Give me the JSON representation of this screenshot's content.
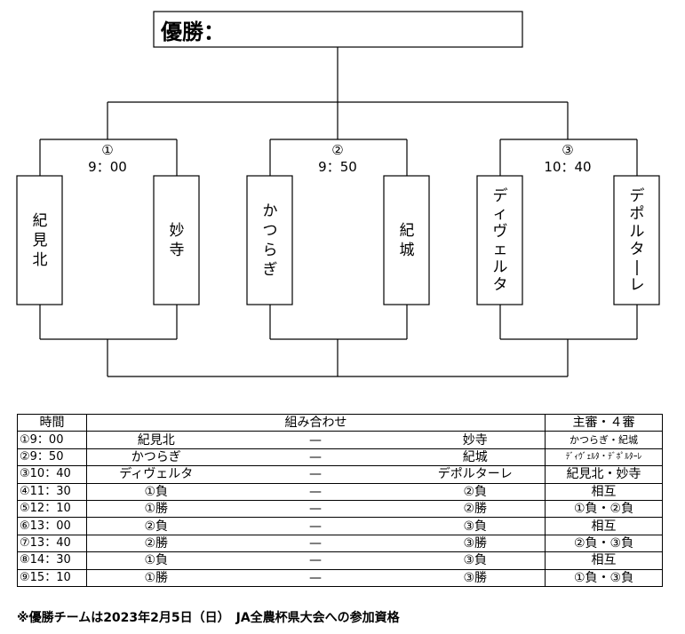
{
  "bracket": {
    "champion_label": "優勝：",
    "matches": [
      {
        "number": "①",
        "time": "9：00",
        "left_team": "紀見北",
        "right_team": "妙寺"
      },
      {
        "number": "②",
        "time": "9：50",
        "left_team": "かつらぎ",
        "right_team": "紀城"
      },
      {
        "number": "③",
        "time": "10：40",
        "left_team": "ディヴェルタ",
        "right_team": "デポルターレ"
      }
    ]
  },
  "schedule": {
    "headers": {
      "time": "時間",
      "matchup": "組み合わせ",
      "referee": "主審・４審"
    },
    "rows": [
      {
        "time": "①9：00",
        "home": "紀見北",
        "dash": "—",
        "away": "妙寺",
        "referee": "かつらぎ・紀城"
      },
      {
        "time": "②9：50",
        "home": "かつらぎ",
        "dash": "—",
        "away": "紀城",
        "referee": "ﾃﾞｨｳﾞｪﾙﾀ・ﾃﾞﾎﾟﾙﾀｰﾚ"
      },
      {
        "time": "③10：40",
        "home": "ディヴェルタ",
        "dash": "—",
        "away": "デポルターレ",
        "referee": "紀見北・妙寺"
      },
      {
        "time": "④11：30",
        "home": "①負",
        "dash": "—",
        "away": "②負",
        "referee": "相互"
      },
      {
        "time": "⑤12：10",
        "home": "①勝",
        "dash": "—",
        "away": "②勝",
        "referee": "①負・②負"
      },
      {
        "time": "⑥13：00",
        "home": "②負",
        "dash": "—",
        "away": "③負",
        "referee": "相互"
      },
      {
        "time": "⑦13：40",
        "home": "②勝",
        "dash": "—",
        "away": "③勝",
        "referee": "②負・③負"
      },
      {
        "time": "⑧14：30",
        "home": "①負",
        "dash": "—",
        "away": "③負",
        "referee": "相互"
      },
      {
        "time": "⑨15：10",
        "home": "①勝",
        "dash": "—",
        "away": "③勝",
        "referee": "①負・③負"
      }
    ]
  },
  "footnote": "※優勝チームは2023年2月5日（日）　JA全農杯県大会への参加資格"
}
